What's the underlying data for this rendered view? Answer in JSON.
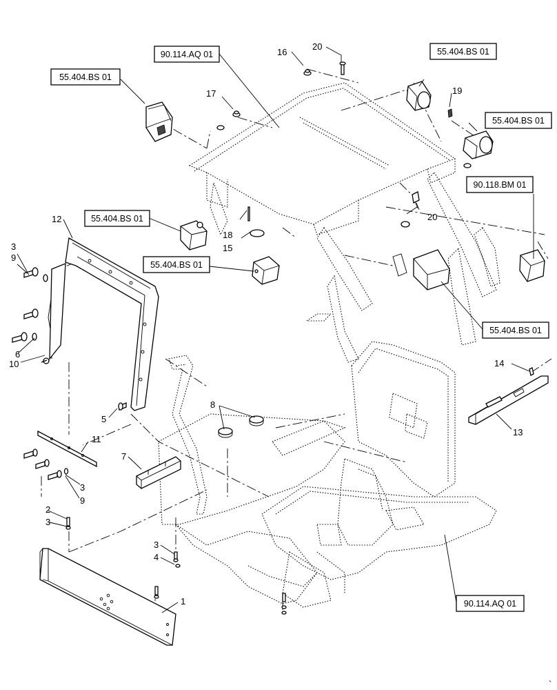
{
  "refs": [
    "55.404.BS 01",
    "90.114.AQ 01",
    "55.404.BS 01",
    "55.404.BS 01",
    "90.118.BM 01",
    "55.404.BS 01",
    "55.404.BS 01",
    "55.404.BS 01",
    "90.114.AQ 01"
  ],
  "callouts": [
    "16",
    "20",
    "17",
    "19",
    "12",
    "3",
    "9",
    "18",
    "15",
    "20",
    "6",
    "10",
    "5",
    "8",
    "7",
    "11",
    "3",
    "9",
    "2",
    "3",
    "3",
    "4",
    "1",
    "14",
    "13"
  ],
  "footer_mark": "`"
}
